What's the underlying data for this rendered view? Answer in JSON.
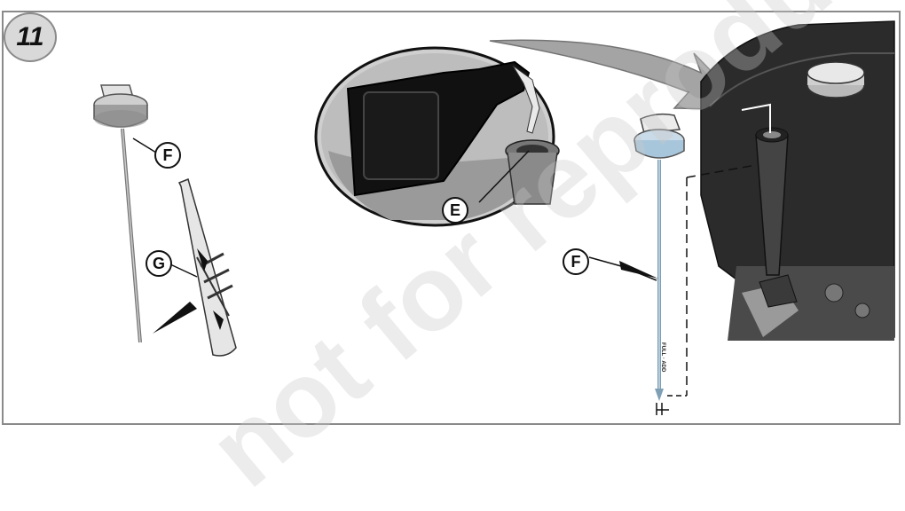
{
  "step": {
    "number": "11"
  },
  "callouts": {
    "f_left": "F",
    "g": "G",
    "e": "E",
    "f_right": "F"
  },
  "dipstick": {
    "scale_text": "FULL · ADD"
  },
  "watermark": {
    "text": "not for reproduction"
  },
  "colors": {
    "frame": "#8a8a8a",
    "badge_fill": "#d9d9d9",
    "dipstick_blue": "#a8c6db",
    "engine_dark": "#2b2b2b"
  }
}
